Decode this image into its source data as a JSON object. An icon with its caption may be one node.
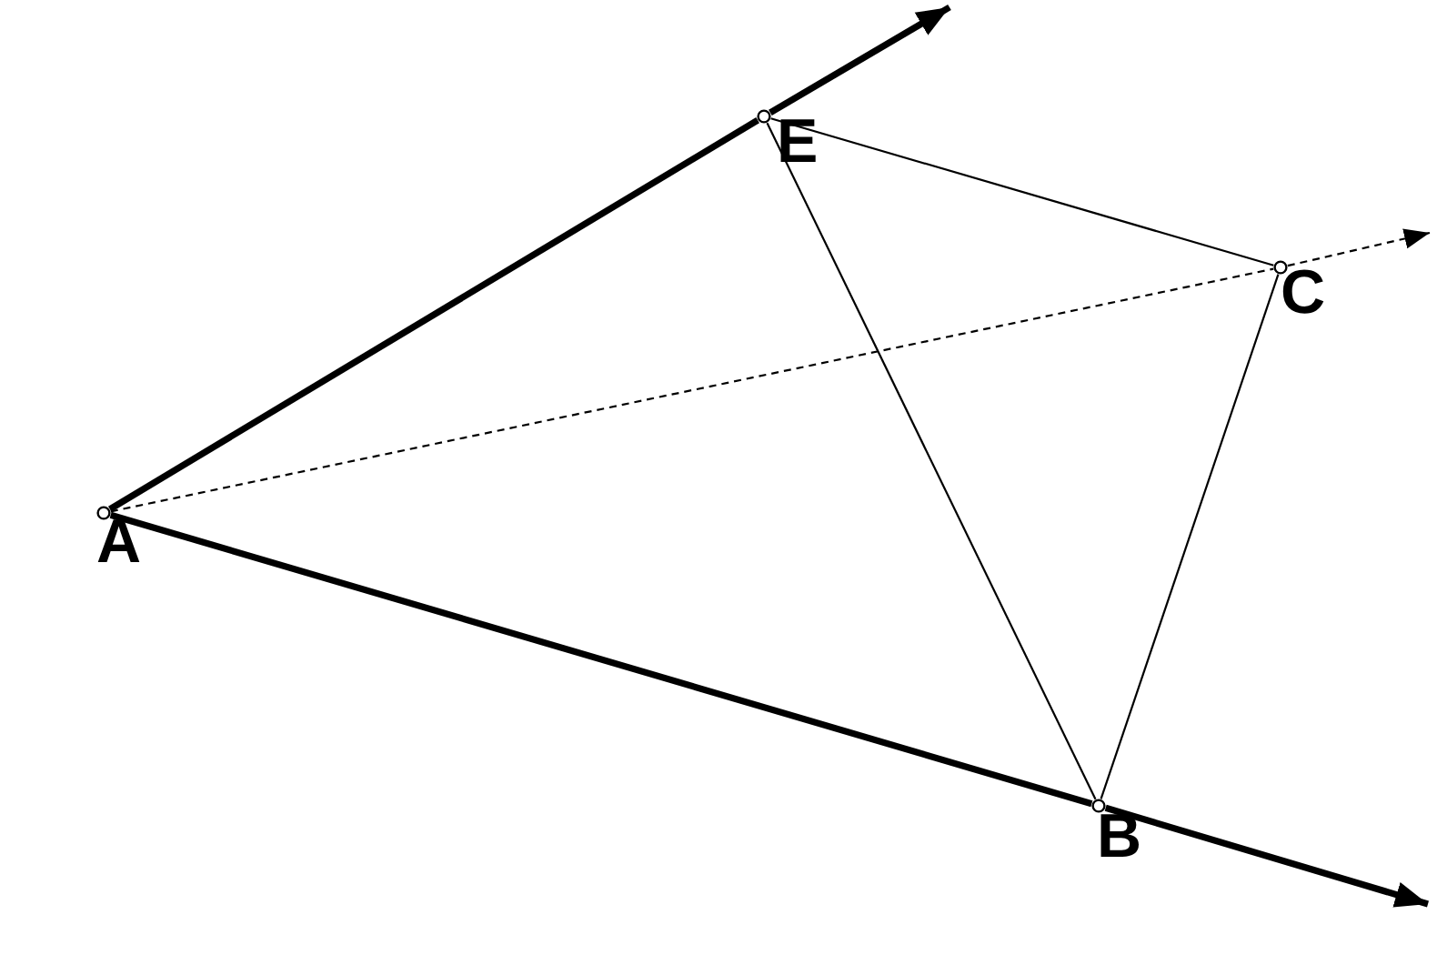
{
  "diagram": {
    "nodes": [
      {
        "text": [
          "A"
        ]
      },
      {
        "text": [
          "E"
        ]
      },
      {
        "text": [
          "C"
        ]
      },
      {
        "text": [
          "B"
        ]
      }
    ],
    "edges": [
      {
        "from": 0,
        "to": 1,
        "arrow": "none",
        "style": "thick"
      },
      {
        "from": 1,
        "to": null,
        "arrow": "to",
        "style": "thick"
      },
      {
        "from": 0,
        "to": 3,
        "arrow": "none",
        "style": "thick"
      },
      {
        "from": 3,
        "to": null,
        "arrow": "to",
        "style": "thick"
      },
      {
        "from": 0,
        "to": 2,
        "arrow": "none",
        "style": "dashed"
      },
      {
        "from": 2,
        "to": null,
        "arrow": "to",
        "style": "dashed"
      },
      {
        "from": 1,
        "to": 2,
        "arrow": "none"
      },
      {
        "from": 1,
        "to": 3,
        "arrow": "none"
      },
      {
        "from": 2,
        "to": 3,
        "arrow": "none"
      }
    ]
  }
}
